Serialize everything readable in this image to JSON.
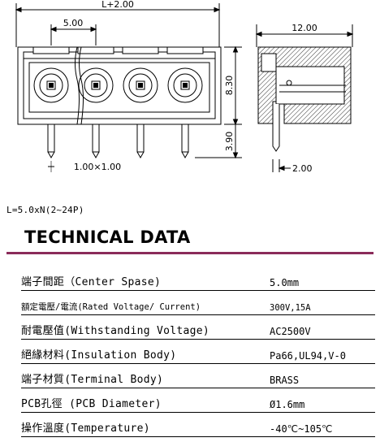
{
  "drawing": {
    "dim_total_width": "L+2.00",
    "dim_pitch": "5.00",
    "dim_depth": "12.00",
    "dim_height": "8.30",
    "dim_pin_length": "3.90",
    "dim_pin_size": "1.00×1.00",
    "dim_pin_offset": "2.00"
  },
  "formula": "L=5.0xN(2~24P)",
  "technical_title": "TECHNICAL DATA",
  "specs": [
    {
      "label": "端子間距（Center Spase)",
      "value": "5.0mm"
    },
    {
      "label": "額定電壓/電流(Rated Voltage/ Current)",
      "value": "300V,15A"
    },
    {
      "label": "耐電壓值(Withstanding Voltage)",
      "value": "AC2500V"
    },
    {
      "label": "絕緣材料(Insulation Body)",
      "value": "Pa66,UL94,V-0"
    },
    {
      "label": "端子材質(Terminal Body)",
      "value": "BRASS"
    },
    {
      "label": "PCB孔徑 (PCB Diameter)",
      "value": "Ø1.6mm"
    },
    {
      "label": "操作溫度(Temperature)",
      "value": "-40℃~105℃"
    }
  ]
}
